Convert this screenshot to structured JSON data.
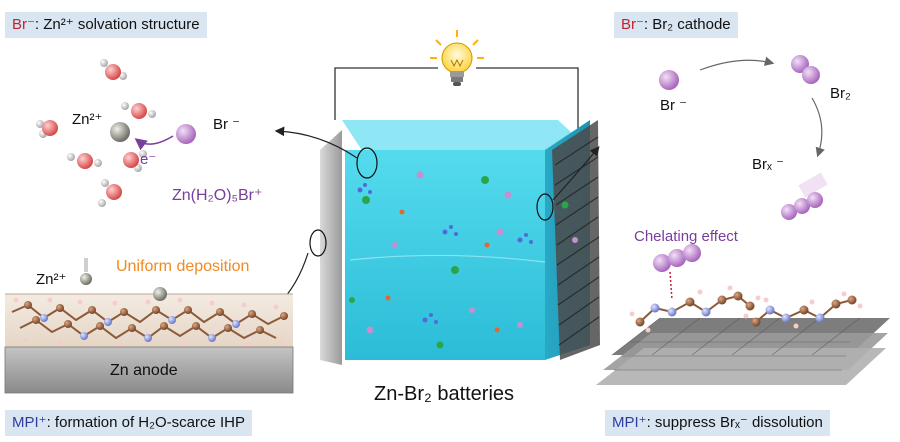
{
  "panels": {
    "top_left": {
      "ion": "Br⁻",
      "text": ": Zn²⁺ solvation structure"
    },
    "top_right": {
      "ion": "Br⁻",
      "text": ": Br₂ cathode"
    },
    "bottom_left": {
      "cation": "MPI⁺",
      "text": ": formation of H₂O-scarce IHP"
    },
    "bottom_right": {
      "cation": "MPI⁺",
      "text": ": suppress Brₓ⁻ dissolution"
    }
  },
  "left_upper": {
    "zn_label": "Zn²⁺",
    "br_label": "Br ⁻",
    "electron_label": "e⁻",
    "complex_label": "Zn(H₂O)₅Br⁺"
  },
  "left_lower": {
    "zn_label": "Zn²⁺",
    "deposition_label": "Uniform deposition",
    "anode_label": "Zn anode"
  },
  "center": {
    "caption": "Zn-Br₂ batteries"
  },
  "right_upper": {
    "br_ion_label": "Br ⁻",
    "br2_label": "Br₂",
    "brx_label": "Brₓ ⁻"
  },
  "right_lower": {
    "chelating_label": "Chelating effect"
  },
  "colors": {
    "label_box": "#d9e5f1",
    "ion_red": "#c0242f",
    "cation_blue": "#2d3ea0",
    "bromine_purple": "#c58fd0",
    "complex_purple": "#7a3d9c",
    "deposition_orange": "#f08a24",
    "electrolyte_cyan": "#3fd0e6",
    "zinc_grey": "#8c8c80"
  }
}
